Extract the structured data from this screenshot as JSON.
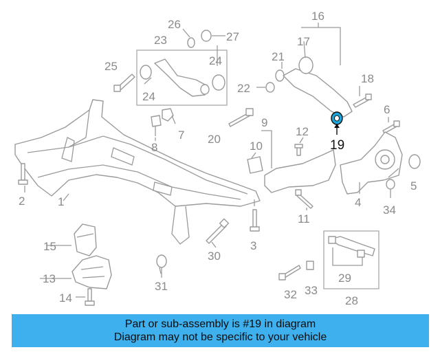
{
  "diagram": {
    "callouts": {
      "c1": "1",
      "c2": "2",
      "c3": "3",
      "c4": "4",
      "c5": "5",
      "c6": "6",
      "c7": "7",
      "c8": "8",
      "c9": "9",
      "c10": "10",
      "c11": "11",
      "c12": "12",
      "c13": "13",
      "c14": "14",
      "c15": "15",
      "c16": "16",
      "c17": "17",
      "c18": "18",
      "c19": "19",
      "c20": "20",
      "c21": "21",
      "c22": "22",
      "c23": "23",
      "c24a": "24",
      "c24b": "24",
      "c25": "25",
      "c26": "26",
      "c27": "27",
      "c28": "28",
      "c29": "29",
      "c30": "30",
      "c31": "31",
      "c32": "32",
      "c33": "33",
      "c34": "34"
    },
    "highlight_color": "#1aa7d8"
  },
  "banner": {
    "line1": "Part or sub-assembly is #19 in diagram",
    "line2": "Diagram may not be specific to your vehicle",
    "color": "#3eb0ee"
  }
}
